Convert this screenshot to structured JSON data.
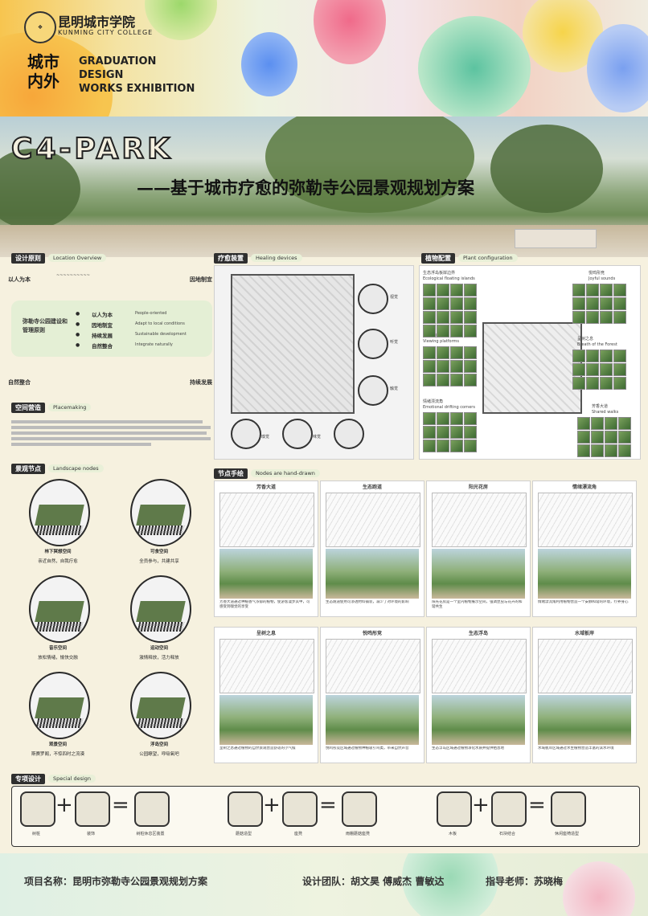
{
  "header": {
    "school_cn": "昆明城市学院",
    "school_en": "KUNMING CITY COLLEGE",
    "badge_cn_1": "城市",
    "badge_cn_2": "内外",
    "exhibition_1": "GRADUATION",
    "exhibition_2": "DESIGN",
    "exhibition_3": "WORKS EXHIBITION"
  },
  "hero": {
    "title": "C4-PARK",
    "subtitle": "——基于城市疗愈的弥勒寺公园景观规划方案"
  },
  "design_principles": {
    "tag": "设计原则",
    "en": "Location Overview",
    "left_1": "以人为本",
    "right_1": "因地制宜",
    "center_title": "弥勒寺公园建设和管理原则",
    "items": [
      {
        "cn": "以人为本",
        "en": "People-oriented"
      },
      {
        "cn": "因地制宜",
        "en": "Adapt to local conditions"
      },
      {
        "cn": "持续发展",
        "en": "Sustainable development"
      },
      {
        "cn": "自然整合",
        "en": "Integrate naturally"
      }
    ],
    "left_2": "自然整合",
    "right_2": "持续发展"
  },
  "placemaking": {
    "tag": "空间营造",
    "en": "Placemaking"
  },
  "landscape_nodes": {
    "tag": "景观节点",
    "en": "Landscape nodes",
    "nodes": [
      {
        "name": "林下冥想空间",
        "desc": "亲近自然，自我疗愈"
      },
      {
        "name": "可食空间",
        "desc": "全员参与，共建共享"
      },
      {
        "name": "音乐空间",
        "desc": "放松情绪，愉快交融"
      },
      {
        "name": "运动空间",
        "desc": "激情释放，活力释放"
      },
      {
        "name": "观景空间",
        "desc": "斯赛罗阁，不惊四时之流漠"
      },
      {
        "name": "浮岛空间",
        "desc": "公园瞭望，呼吸氧吧"
      }
    ]
  },
  "healing_devices": {
    "tag": "疗愈装置",
    "en": "Healing devices",
    "labels": [
      "视觉",
      "听觉",
      "触觉",
      "嗅觉",
      "味觉"
    ]
  },
  "plant_config": {
    "tag": "植物配置",
    "en": "Plant configuration",
    "groups": [
      {
        "cn": "生态浮岛板岸边界",
        "en": "Ecological floating islands"
      },
      {
        "cn": "观景平台",
        "en": "Viewing platforms"
      },
      {
        "cn": "情绪漂流角",
        "en": "Emotional drifting corners"
      },
      {
        "cn": "悦鸣彤竞",
        "en": "Joyful sounds"
      },
      {
        "cn": "呈树之息",
        "en": "Breath of the Forest"
      },
      {
        "cn": "芳香大道",
        "en": "Shared walks"
      }
    ]
  },
  "hand_drawn": {
    "tag": "节点手绘",
    "en": "Nodes are hand-drawn",
    "cards": [
      {
        "title": "芳香大道",
        "caption": "芳香大道通过种植香气浓郁的植物，使游客漫步其中，可感受到嗅觉的享受"
      },
      {
        "title": "生态跑道",
        "caption": "生态跑道使用可渗透材料铺装，减少了对环境的影响"
      },
      {
        "title": "阳光花房",
        "caption": "阳光花房是一个室内植物展示空间，强调昆虫与花卉的和谐共生"
      },
      {
        "title": "情绪漂流角",
        "caption": "情绪漂流角利用植物营造一个安静和谐的环境，疗养身心"
      },
      {
        "title": "呈树之息",
        "caption": "呈树之息通过植物的自然景观营造舒适的小气候"
      },
      {
        "title": "悦鸣彤竞",
        "caption": "悦鸣彤竞区域通过植物种植吸引鸟类，带来自然声音"
      },
      {
        "title": "生态浮岛",
        "caption": "生态浮岛区域通过植物净化水质并提供栖息地"
      },
      {
        "title": "水域板岸",
        "caption": "水域板岸区域通过水生植物营造丰富的滨水环境"
      }
    ]
  },
  "special_design": {
    "tag": "专项设计",
    "en": "Special design",
    "items": [
      {
        "a": "树桩",
        "b": "装饰",
        "c": "树桩休息区装置"
      },
      {
        "a": "蘑菇造型",
        "b": "座凳",
        "c": "雨棚蘑菇座凳"
      },
      {
        "a": "木板",
        "b": "石块结合",
        "c": "休闲座椅造型"
      }
    ]
  },
  "footer": {
    "project": "项目名称：昆明市弥勒寺公园景观规划方案",
    "team": "设计团队：胡文昊  傅威杰  曹敏达",
    "advisor": "指导老师：苏晓梅"
  }
}
